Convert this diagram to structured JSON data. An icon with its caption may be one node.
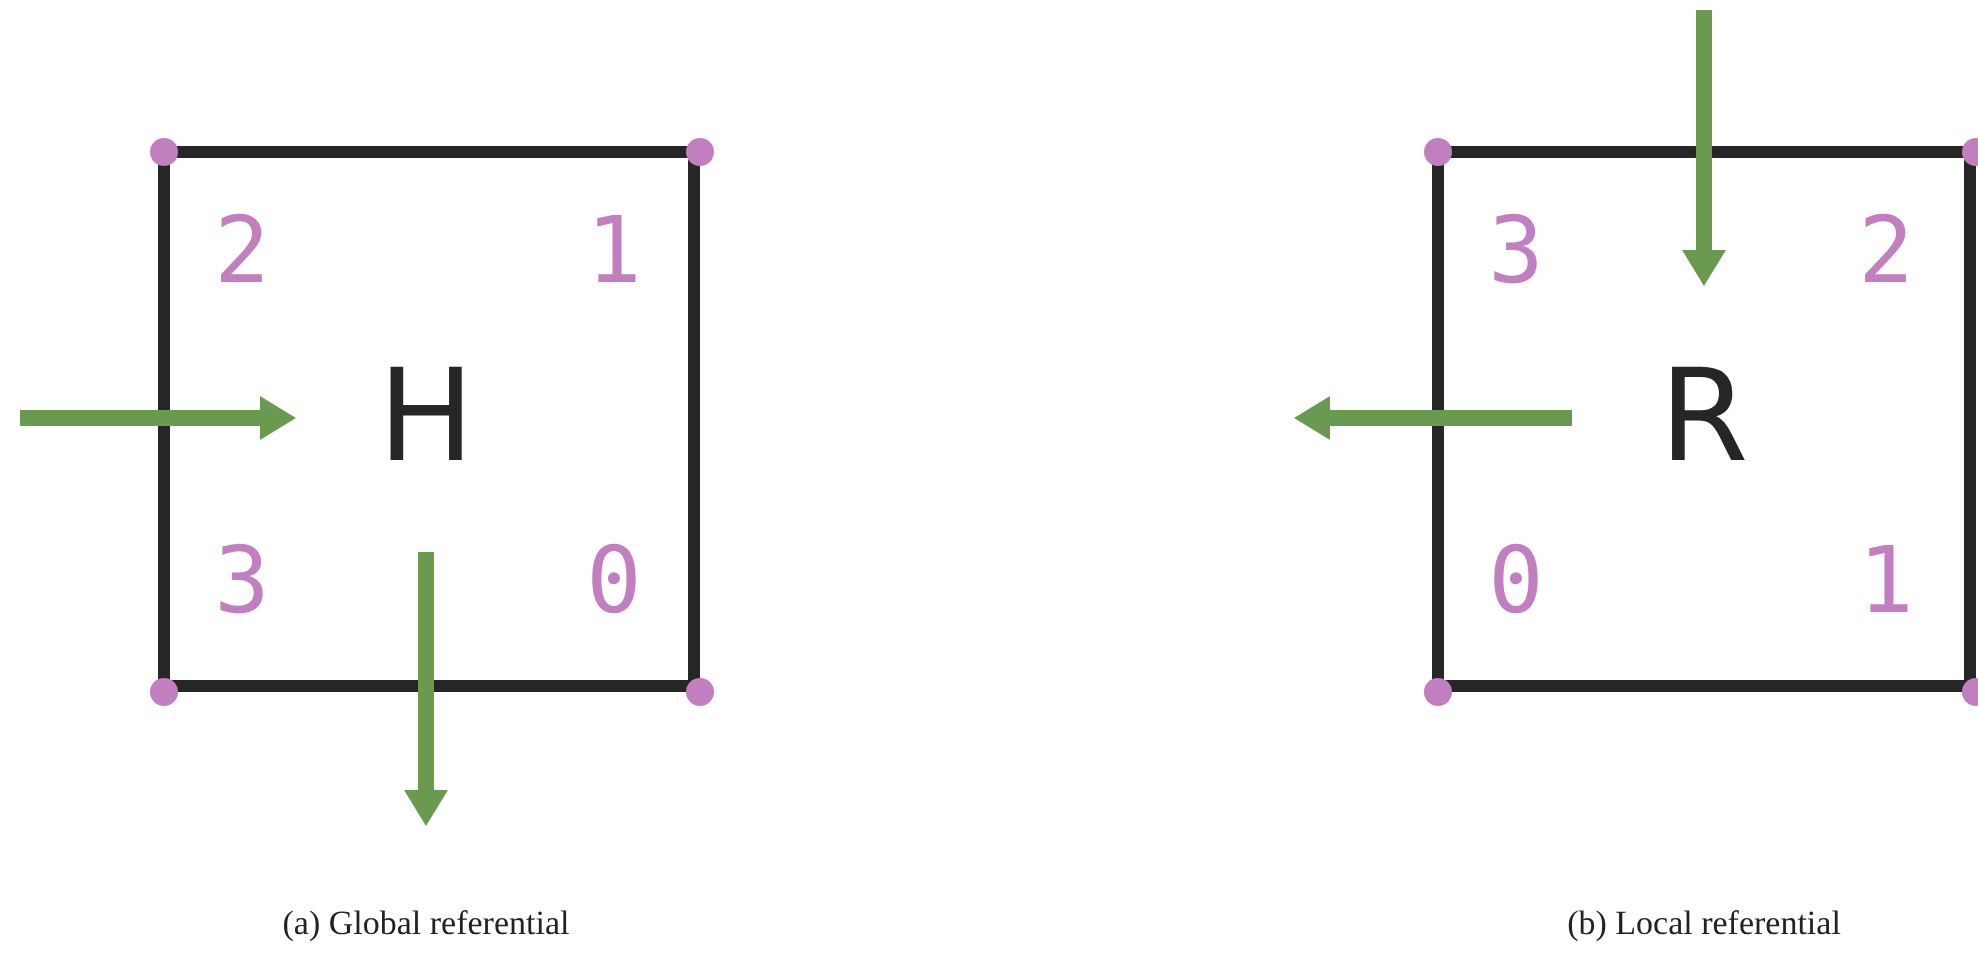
{
  "diagram": {
    "nodes": [
      {
        "text": [
          "2",
          "1",
          "H",
          "3",
          "0"
        ]
      },
      {
        "text": [
          "3",
          "2",
          "R",
          "0",
          "1"
        ]
      }
    ],
    "labels": [
      "(a) Global referential",
      "(b) Local referential"
    ]
  }
}
